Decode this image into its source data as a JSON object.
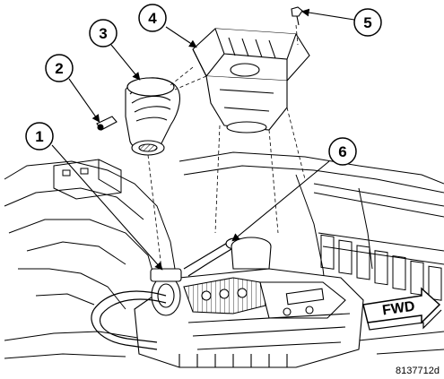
{
  "figure_id": "8137712d",
  "direction_label": "FWD",
  "callouts": [
    {
      "number": "1"
    },
    {
      "number": "2"
    },
    {
      "number": "3"
    },
    {
      "number": "4"
    },
    {
      "number": "5"
    },
    {
      "number": "6"
    }
  ]
}
